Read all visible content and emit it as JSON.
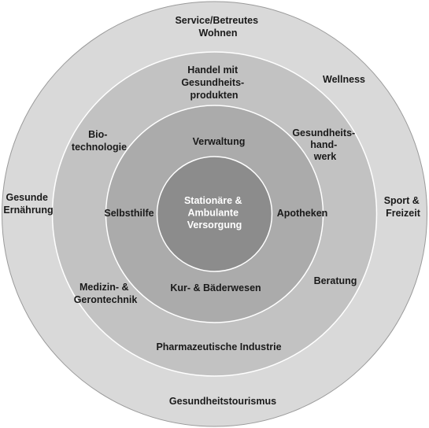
{
  "diagram": {
    "colors": {
      "outer_ring": "#d9d9d9",
      "ring2": "#c2c2c2",
      "ring3": "#ababab",
      "core": "#8c8c8c",
      "stroke": "#ffffff",
      "border": "#9a9a9a",
      "text": "#1a1a1a",
      "core_text": "#ffffff"
    },
    "core": {
      "lines": [
        "Stationäre &",
        "Ambulante",
        "Versorgung"
      ]
    },
    "ring3": {
      "verwaltung": [
        "Verwaltung"
      ],
      "selbsthilfe": [
        "Selbsthilfe"
      ],
      "apotheken": [
        "Apotheken"
      ],
      "kur": [
        "Kur- & Bäderwesen"
      ]
    },
    "ring2": {
      "handel": [
        "Handel mit",
        "Gesundheits-",
        "produkten"
      ],
      "biotech": [
        "Bio-",
        "technologie"
      ],
      "handwerk": [
        "Gesundheits-",
        "hand-",
        "werk"
      ],
      "medizin": [
        "Medizin- &",
        "Gerontechnik"
      ],
      "beratung": [
        "Beratung"
      ],
      "pharma": [
        "Pharmazeutische Industrie"
      ]
    },
    "outer": {
      "service": [
        "Service/Betreutes",
        "Wohnen"
      ],
      "wellness": [
        "Wellness"
      ],
      "ernaehrung": [
        "Gesunde",
        "Ernährung"
      ],
      "sport": [
        "Sport &",
        "Freizeit"
      ],
      "tourismus": [
        "Gesundheitstourismus"
      ]
    }
  }
}
